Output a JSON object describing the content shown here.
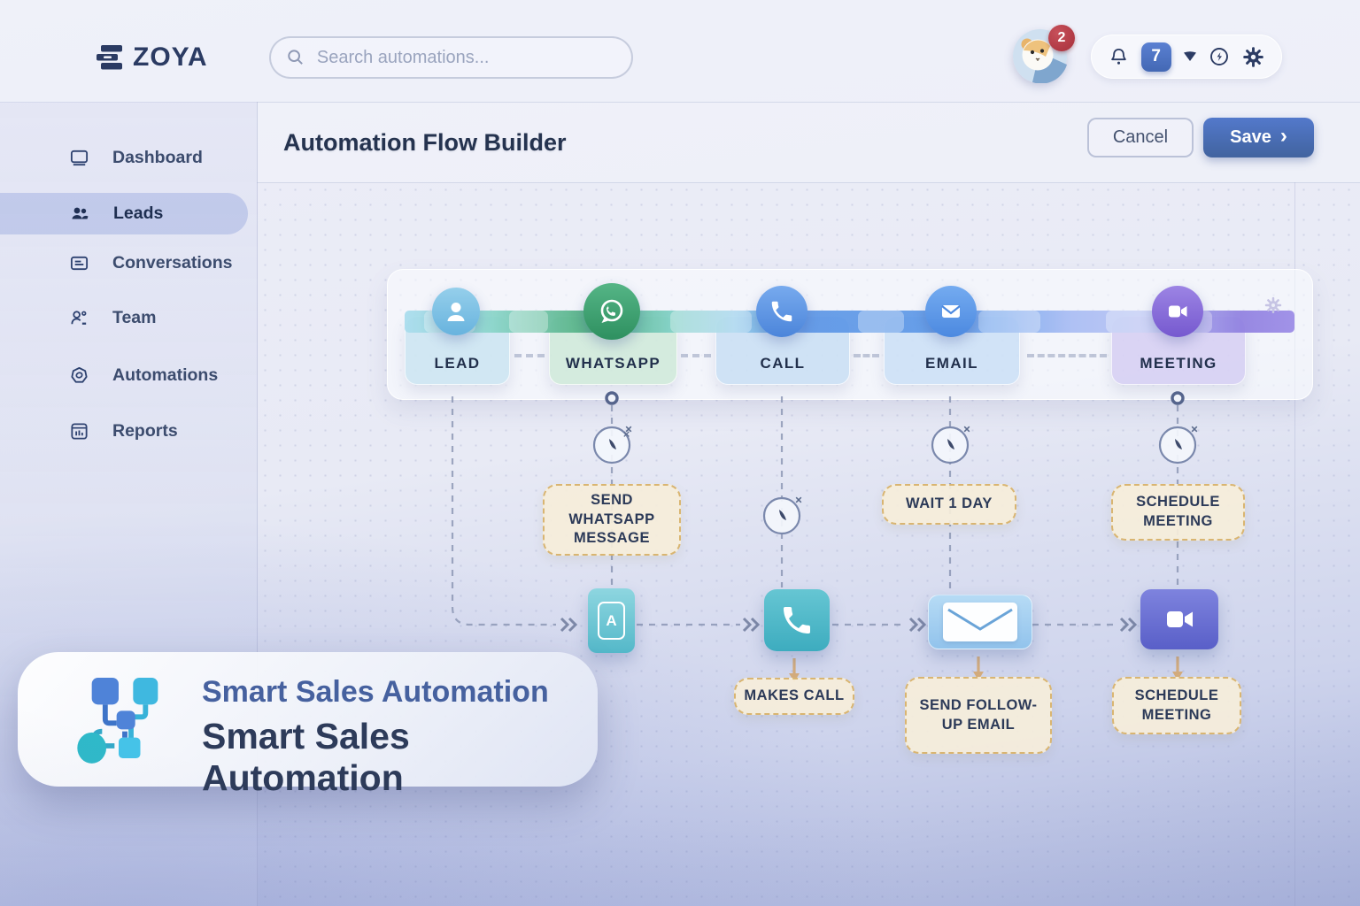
{
  "brand": {
    "name": "ZOYA",
    "logo_icon": "stacked-layers-icon"
  },
  "topbar": {
    "search_placeholder": "Search automations...",
    "avatar_badge": "2",
    "notification_count": "7",
    "icons": [
      "bell-icon",
      "caret-down-icon",
      "history-icon",
      "gear-icon"
    ]
  },
  "sidebar": {
    "items": [
      {
        "label": "Dashboard",
        "icon": "dashboard-icon",
        "active": false
      },
      {
        "label": "Leads",
        "icon": "leads-icon",
        "active": true
      },
      {
        "label": "Conversations",
        "icon": "conversations-icon",
        "active": false
      },
      {
        "label": "Team",
        "icon": "team-icon",
        "active": false
      },
      {
        "label": "Automations",
        "icon": "automations-icon",
        "active": false
      },
      {
        "label": "Reports",
        "icon": "reports-icon",
        "active": false
      }
    ]
  },
  "header": {
    "title": "Automation Flow Builder",
    "cancel_label": "Cancel",
    "save_label": "Save",
    "save_chevron": "›"
  },
  "flow": {
    "stages": [
      {
        "label": "LEAD",
        "icon": "user-icon",
        "color": "#6db6e0"
      },
      {
        "label": "WHATSAPP",
        "icon": "whatsapp-icon",
        "color": "#3a9c6b"
      },
      {
        "label": "CALL",
        "icon": "phone-icon",
        "color": "#4f88dc"
      },
      {
        "label": "EMAIL",
        "icon": "mail-icon",
        "color": "#4f8ce4"
      },
      {
        "label": "MEETING",
        "icon": "video-icon",
        "color": "#7a60d2"
      }
    ],
    "delay_actions": [
      {
        "label": "SEND WHATSAPP MESSAGE"
      },
      {
        "label": "WAIT 1 DAY"
      },
      {
        "label": "SCHEDULE MEETING"
      }
    ],
    "result_actions": [
      {
        "label": "MAKES CALL"
      },
      {
        "label": "SEND FOLLOW-UP EMAIL"
      },
      {
        "label": "SCHEDULE MEETING"
      }
    ],
    "result_icons": [
      "whatsapp-message-icon",
      "phone-icon",
      "mail-icon",
      "video-icon"
    ],
    "whatsapp_glyph_letter": "A"
  },
  "overlay": {
    "title_line1": "Smart Sales Automation",
    "title_line2": "Smart Sales Automation"
  },
  "colors": {
    "navy_text": "#2b3b63",
    "save_blue": "#4a70bd",
    "whatsapp_green": "#3a9c6b",
    "call_blue": "#5b96e8",
    "meeting_purple": "#7a60d2",
    "teal_square": "#49b9c9",
    "action_box_border": "#d9b571",
    "action_box_bg": "#f6eeda",
    "badge_red": "#a92f3a"
  }
}
